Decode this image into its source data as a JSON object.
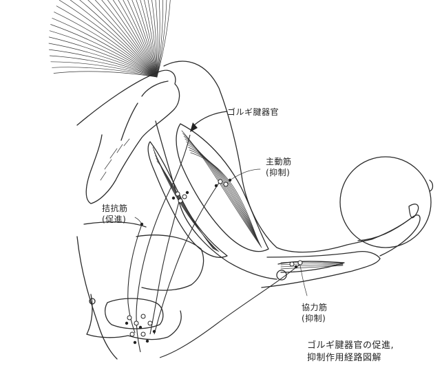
{
  "labels": {
    "golgi": "ゴルギ腱器官",
    "agonist_name": "主動筋",
    "agonist_effect": "(抑制)",
    "antagonist_name": "拮抗筋",
    "antagonist_effect": "(促進)",
    "synergist_name": "協力筋",
    "synergist_effect": "(抑制)"
  },
  "caption": {
    "line1": "ゴルギ腱器官の促進,",
    "line2": "抑制作用経路図解"
  }
}
